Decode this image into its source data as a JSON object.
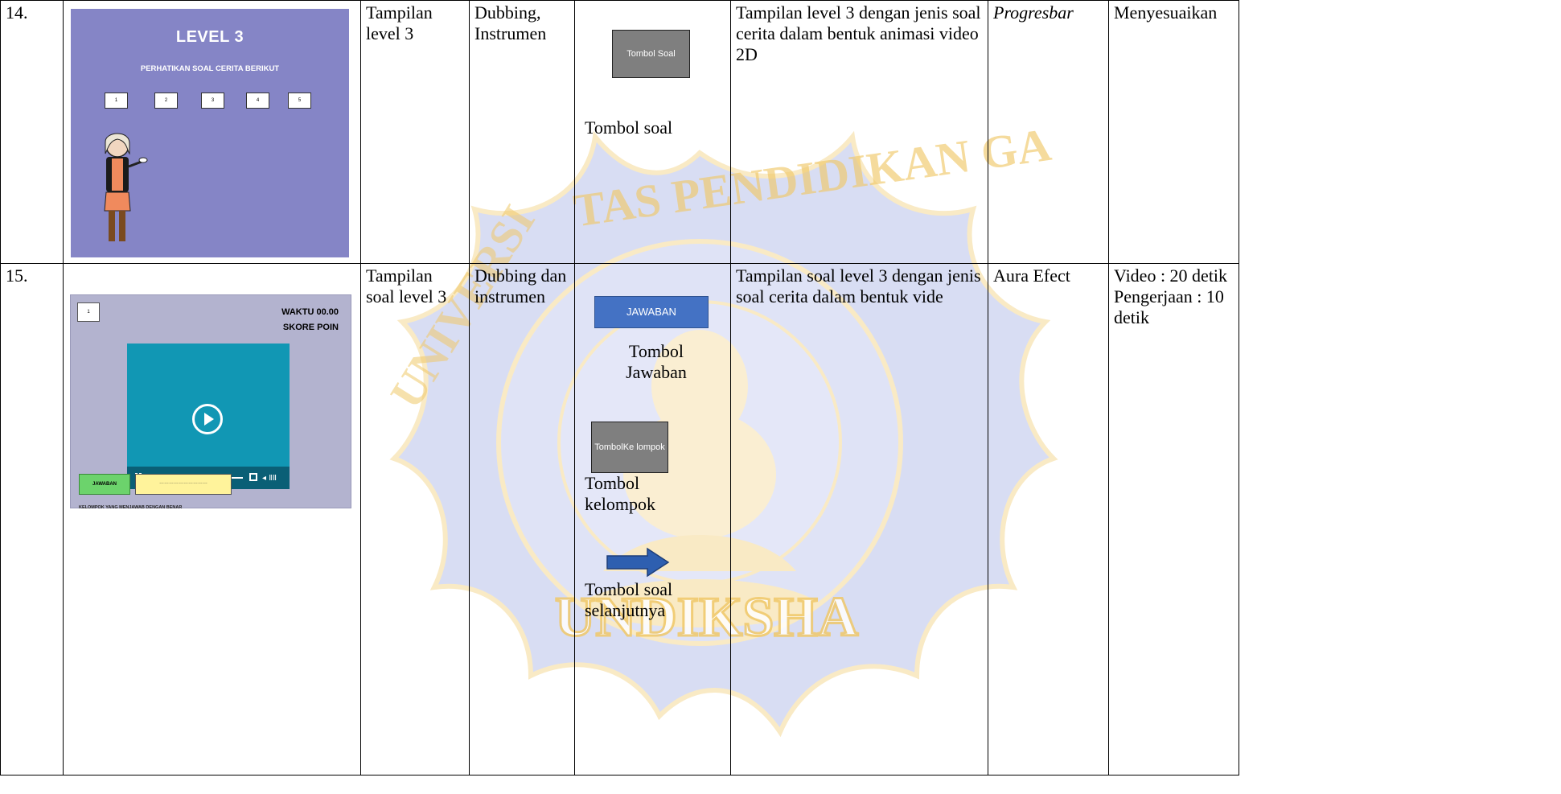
{
  "watermark": {
    "arc_top": "TAS PENDIDIKAN GA",
    "arc_left": "UNIVERSI",
    "bottom": "UNDIKSHA"
  },
  "rows": [
    {
      "no": "14.",
      "mockup": {
        "title": "LEVEL 3",
        "subtitle": "PERHATIKAN SOAL CERITA BERIKUT",
        "buttons": [
          "1",
          "2",
          "3",
          "4",
          "5"
        ]
      },
      "tampilan": "Tampilan level 3",
      "audio": "Dubbing, Instrumen",
      "button_label": "Tombol Soal",
      "button_caption": "Tombol soal",
      "keterangan": "Tampilan level 3 dengan jenis soal cerita dalam bentuk animasi video 2D",
      "efek": "Progresbar",
      "durasi": "Menyesuaikan"
    },
    {
      "no": "15.",
      "mockup": {
        "number": "1",
        "waktu": "WAKTU 00.00",
        "skore": "SKORE POIN",
        "jawaban": "JAWABAN",
        "field": "…………………………",
        "kelompok_label": "KELOMPOK YANG MENJAWAB DENGAN BENAR",
        "volume": "◂ ⅡⅡ"
      },
      "tampilan": "Tampilan soal level 3",
      "audio": "Dubbing dan instrumen",
      "jawaban_button": "JAWABAN",
      "jawaban_caption": "Tombol Jawaban",
      "kelompok_button": "TombolKe lompok",
      "kelompok_caption": "Tombol kelompok",
      "next_caption": "Tombol soal selanjutnya",
      "keterangan": "Tampilan soal level 3 dengan jenis soal cerita dalam bentuk vide",
      "efek": "Aura Efect",
      "durasi": "Video : 20 detik Pengerjaan : 10 detik"
    }
  ],
  "colors": {
    "mock14_bg": "#8585c6",
    "mock15_bg": "#b3b3cf",
    "video_bg": "#1197b4",
    "button_gray": "#7f7f7f",
    "button_blue": "#4472c4",
    "arrow_blue": "#2e5fb0",
    "watermark_gold": "#f0c96a",
    "watermark_blue": "#7d8fcf"
  }
}
